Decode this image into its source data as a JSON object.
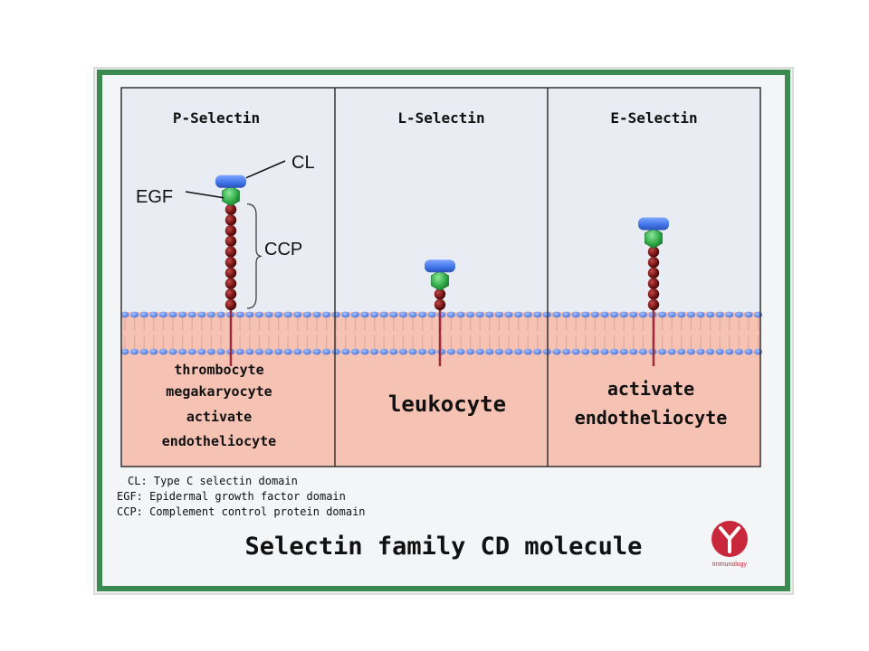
{
  "panels": [
    {
      "title": "P-Selectin",
      "cells": [
        "thrombocyte",
        "megakaryocyte",
        "activate",
        "endotheliocyte"
      ],
      "labels": {
        "cl": "CL",
        "egf": "EGF",
        "ccp": "CCP"
      },
      "ccp_count": 10
    },
    {
      "title": "L-Selectin",
      "cells": [
        "leukocyte"
      ],
      "ccp_count": 2
    },
    {
      "title": "E-Selectin",
      "cells": [
        "activate",
        "endotheliocyte"
      ],
      "ccp_count": 6
    }
  ],
  "legend": [
    "CL: Type C selectin domain",
    "EGF: Epidermal growth factor domain",
    "CCP: Complement control protein domain"
  ],
  "main_title": "Selectin family CD molecule",
  "logo": {
    "caption": "Immunology"
  },
  "colors": {
    "frame_green": "#3a8a52",
    "panel_bg": "#e9ecf2",
    "cell_fill": "#f5c2b4",
    "cl_blue": "#3f73e6",
    "egf_green": "#2faa45",
    "ccp_maroon": "#6e1414",
    "bead_blue": "#5b86e8",
    "logo_red": "#c8283a"
  }
}
